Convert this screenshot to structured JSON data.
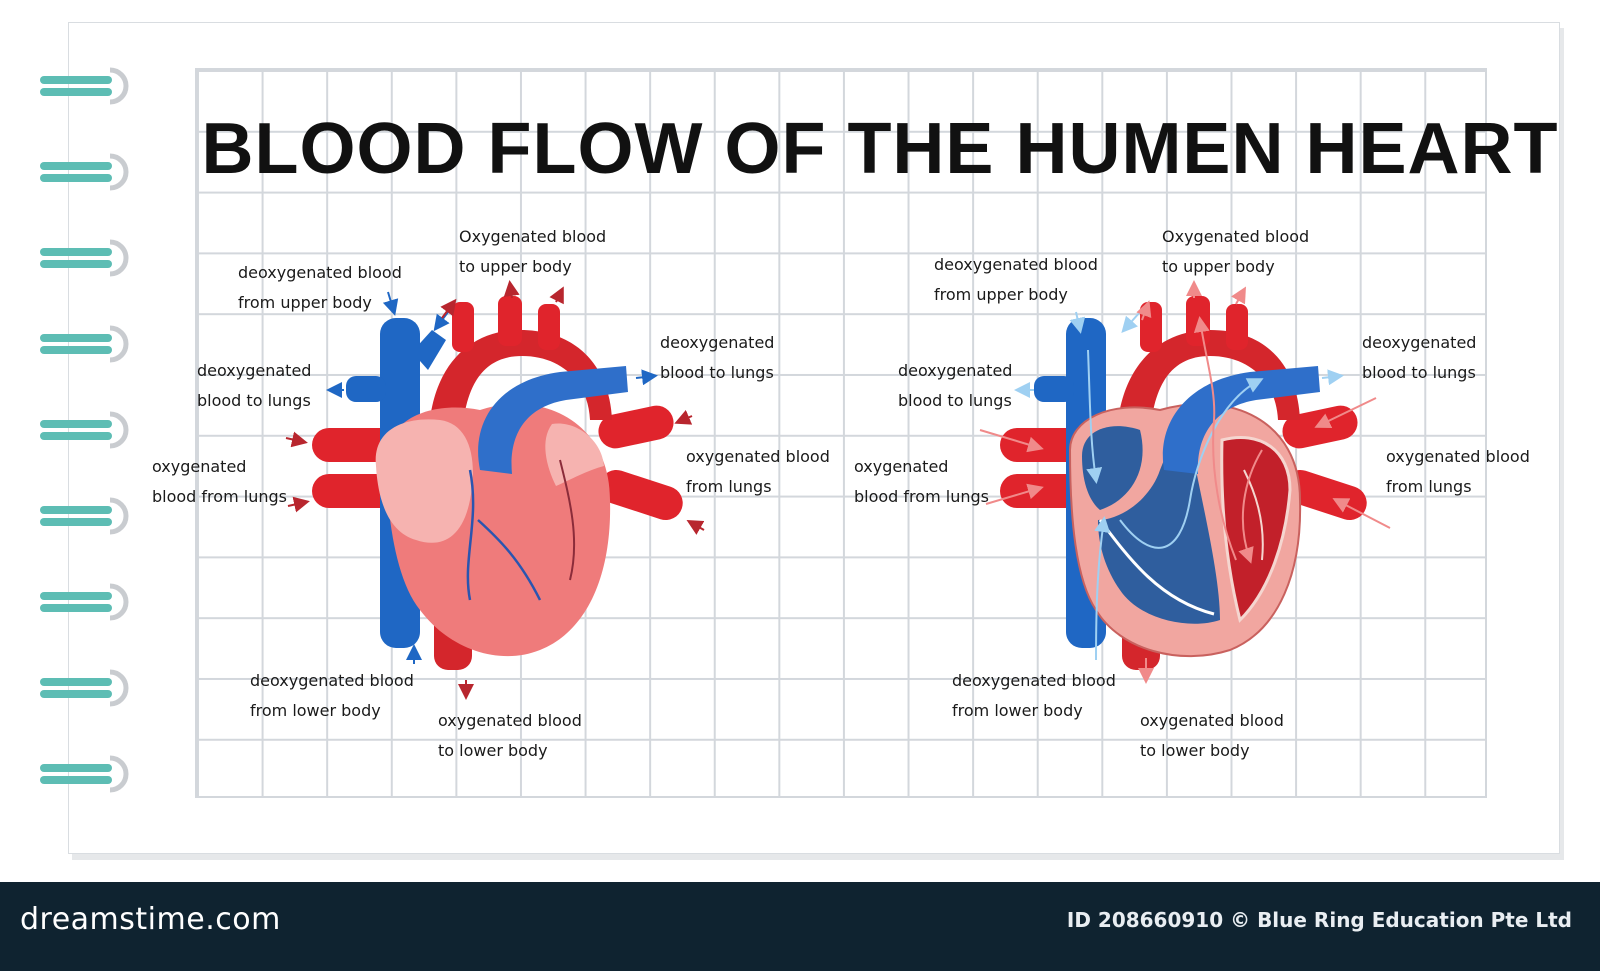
{
  "title": "BLOOD FLOW OF THE HUMEN HEART",
  "colors": {
    "deoxygenated": "#1f67c4",
    "oxygenated": "#d92a2a",
    "chamber_blue": "#2f5e9e",
    "wall_pink": "#f1a6a0"
  },
  "left_labels": {
    "deoxy_upper": [
      "deoxygenated blood",
      "from upper body"
    ],
    "oxy_upper": [
      "Oxygenated blood",
      "to upper body"
    ],
    "deoxy_lungs_left": [
      "deoxygenated",
      "blood to lungs"
    ],
    "deoxy_lungs_right": [
      "deoxygenated",
      "blood to lungs"
    ],
    "oxy_lungs_left": [
      "oxygenated",
      "blood from lungs"
    ],
    "oxy_lungs_right": [
      "oxygenated blood",
      "from lungs"
    ],
    "deoxy_lower": [
      "deoxygenated blood",
      "from lower body"
    ],
    "oxy_lower": [
      "oxygenated blood",
      "to lower body"
    ]
  },
  "right_labels": {
    "deoxy_upper": [
      "deoxygenated blood",
      "from upper body"
    ],
    "oxy_upper": [
      "Oxygenated blood",
      "to upper body"
    ],
    "deoxy_lungs_left": [
      "deoxygenated",
      "blood to lungs"
    ],
    "deoxy_lungs_right": [
      "deoxygenated",
      "blood to lungs"
    ],
    "oxy_lungs_left": [
      "oxygenated",
      "blood from lungs"
    ],
    "oxy_lungs_right": [
      "oxygenated blood",
      "from lungs"
    ],
    "deoxy_lower": [
      "deoxygenated blood",
      "from lower body"
    ],
    "oxy_lower": [
      "oxygenated blood",
      "to lower body"
    ]
  },
  "footer": {
    "brand": "dreamstime.com",
    "credit": "ID 208660910 © Blue Ring Education Pte Ltd"
  }
}
